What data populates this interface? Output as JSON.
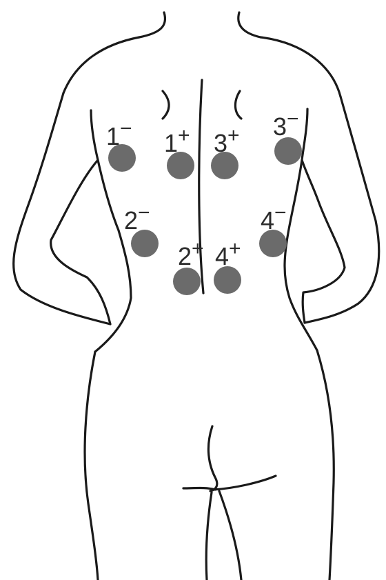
{
  "figure": {
    "colors": {
      "outline": "#1a1a1a",
      "electrode": "#6b6b6b",
      "label": "#2b2b2b"
    },
    "electrodes": [
      {
        "id": "1-",
        "number": "1",
        "sign": "−"
      },
      {
        "id": "1+",
        "number": "1",
        "sign": "+"
      },
      {
        "id": "3+",
        "number": "3",
        "sign": "+"
      },
      {
        "id": "3-",
        "number": "3",
        "sign": "−"
      },
      {
        "id": "2-",
        "number": "2",
        "sign": "−"
      },
      {
        "id": "4-",
        "number": "4",
        "sign": "−"
      },
      {
        "id": "2+",
        "number": "2",
        "sign": "+"
      },
      {
        "id": "4+",
        "number": "4",
        "sign": "+"
      }
    ]
  }
}
